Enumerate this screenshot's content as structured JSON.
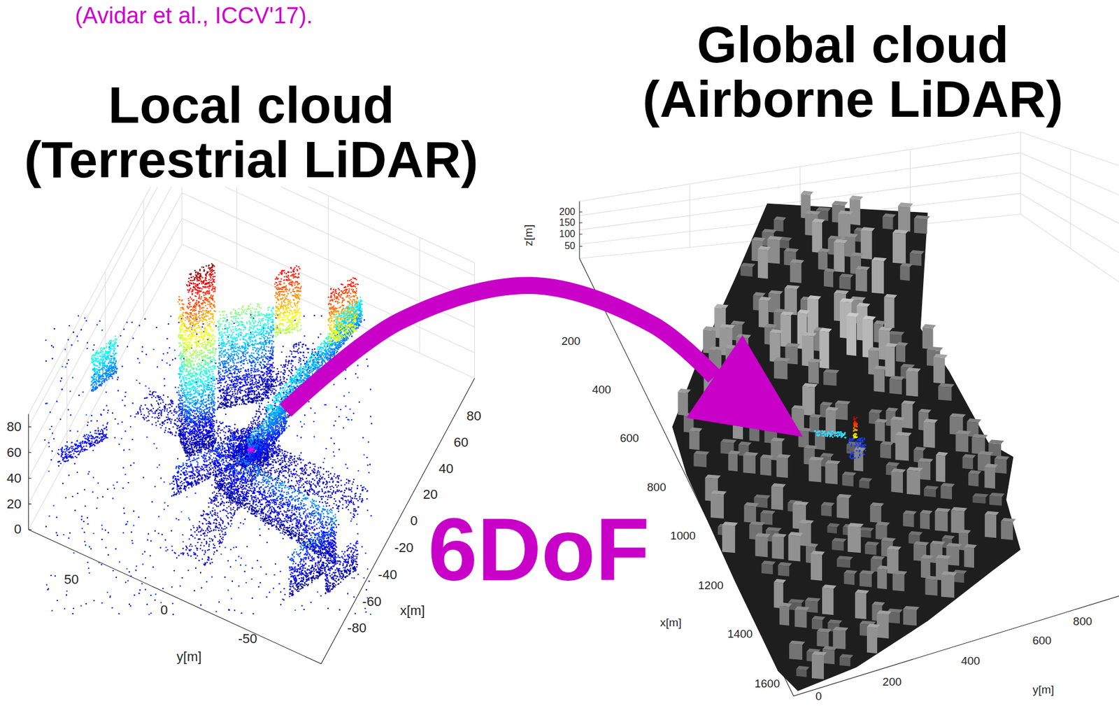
{
  "diagram": {
    "nodes": [
      {
        "text": [
          "Local cloud (Terrestrial LiDAR)"
        ]
      },
      {
        "text": [
          "Global cloud (Airborne LiDAR)"
        ]
      }
    ],
    "edges": [
      {
        "from": 0,
        "to": 1,
        "arrow": "to",
        "label": "6DoF"
      }
    ],
    "labels": [
      "(Avidar et al., ICCV'17).",
      "80",
      "60",
      "40",
      "20",
      "0",
      "50",
      "0",
      "-50",
      "y[m]",
      "80",
      "60",
      "40",
      "20",
      "0",
      "-20",
      "-40",
      "-60",
      "-80",
      "x[m]",
      "200",
      "150",
      "100",
      "50",
      "z[m]",
      "200",
      "400",
      "600",
      "800",
      "1000",
      "1200",
      "1400",
      "1600",
      "x[m]",
      "0",
      "200",
      "400",
      "600",
      "800",
      "y[m]"
    ]
  }
}
